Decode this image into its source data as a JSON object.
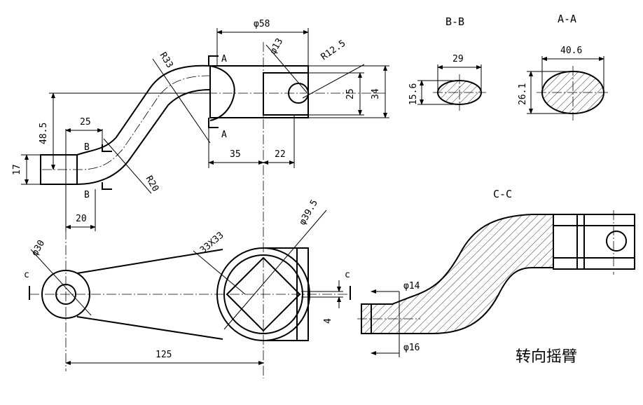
{
  "title": "转向摇臂",
  "section_labels": {
    "bb": "B-B",
    "aa": "A-A",
    "cc": "C-C",
    "a_top": "A",
    "a_bottom": "A",
    "b_top": "B",
    "b_bottom": "B",
    "c_left": "c",
    "c_right": "c"
  },
  "dimensions": {
    "phi58": "φ58",
    "phi13": "φ13",
    "r12_5": "R12.5",
    "r33": "R33",
    "d48_5": "48.5",
    "d25_top": "25",
    "d25_right": "25",
    "d34": "34",
    "d17": "17",
    "d35": "35",
    "d22": "22",
    "r20": "R20",
    "d20": "20",
    "bb_width": "29",
    "bb_height": "15.6",
    "aa_width": "40.6",
    "aa_height": "26.1",
    "phi30": "φ30",
    "sq33": "33X33",
    "phi39_5": "φ39.5",
    "d4": "4",
    "d125": "125",
    "phi14": "φ14",
    "phi16": "φ16"
  }
}
